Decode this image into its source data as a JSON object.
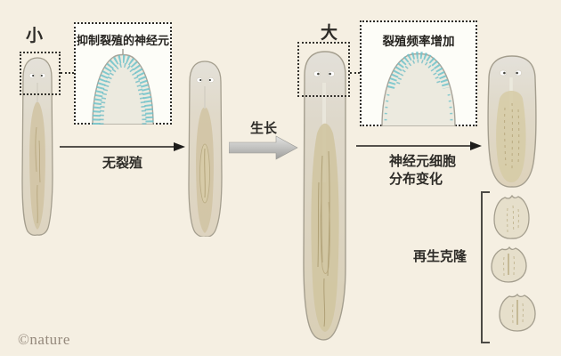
{
  "figure": {
    "stage_small_label": "小",
    "stage_large_label": "大",
    "inset_inhibit": {
      "title": "抑制裂殖的神经元"
    },
    "inset_increase": {
      "title": "裂殖频率增加"
    },
    "arrow_no_fission_label": "无裂殖",
    "arrow_growth_label": "生长",
    "arrow_neuron_change": {
      "line1": "神经元细胞",
      "line2": "分布变化"
    },
    "regen_clones_label": "再生克隆",
    "watermark": "©nature"
  },
  "colors": {
    "background": "#f5efe2",
    "inset_background": "#fdfdf8",
    "neuron_teal": "#6fc3cb",
    "worm_outline": "#a49e8e",
    "worm_body": "#e3dfd2",
    "worm_gut": "#d0c5a1",
    "text": "#2d2b27",
    "watermark_gray": "#95897c",
    "thin_arrow": "#222222",
    "growth_arrow_gray": "#b9b9b9"
  }
}
